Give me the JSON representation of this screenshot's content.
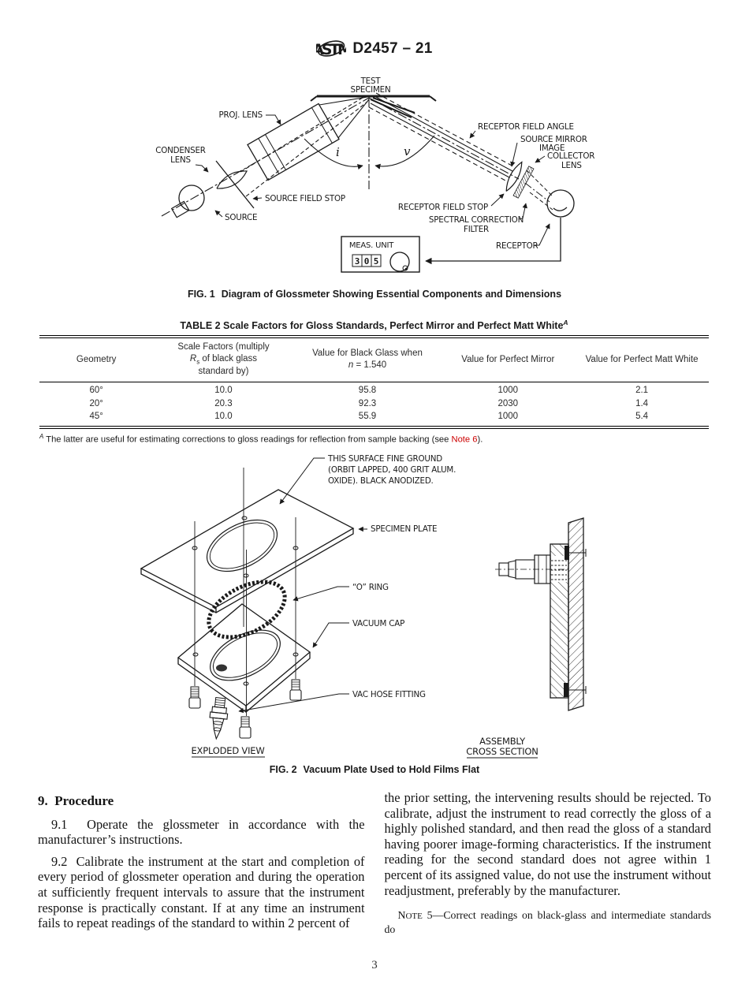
{
  "header": {
    "designation": "D2457 – 21",
    "logo": "ASTM"
  },
  "fig1": {
    "caption_fig": "FIG. 1",
    "caption_text": "Diagram of Glossmeter Showing Essential Components and Dimensions",
    "labels": {
      "test_specimen_1": "TEST",
      "test_specimen_2": "SPECIMEN",
      "proj_lens": "PROJ. LENS",
      "condenser_1": "CONDENSER",
      "condenser_2": "LENS",
      "source_field_stop": "SOURCE FIELD STOP",
      "source": "SOURCE",
      "receptor_field_angle": "RECEPTOR FIELD ANGLE",
      "source_mirror_1": "SOURCE MIRROR",
      "source_mirror_2": "IMAGE",
      "collector_1": "COLLECTOR",
      "collector_2": "LENS",
      "receptor_field_stop": "RECEPTOR FIELD STOP",
      "spectral_1": "SPECTRAL CORRECTION",
      "spectral_2": "FILTER",
      "receptor": "RECEPTOR",
      "meas_unit": "MEAS. UNIT"
    },
    "display": {
      "d1": "3",
      "d2": "0",
      "d3": "5"
    },
    "angles": {
      "i": "i",
      "v": "v"
    }
  },
  "table2": {
    "title": "TABLE 2 Scale Factors for Gloss Standards, Perfect Mirror and Perfect Matt White",
    "title_sup": "A",
    "headers": {
      "geometry": "Geometry",
      "scale_line1": "Scale Factors (multiply",
      "scale_r": "R",
      "scale_r_sub": "s",
      "scale_line2": " of black glass",
      "scale_line3": "standard by)",
      "black_line1": "Value for Black Glass when",
      "black_n": "n",
      "black_eq": " = 1.540",
      "mirror": "Value for Perfect Mirror",
      "matt": "Value for Perfect Matt White"
    },
    "rows": [
      [
        "60°",
        "10.0",
        "95.8",
        "1000",
        "2.1"
      ],
      [
        "20°",
        "20.3",
        "92.3",
        "2030",
        "1.4"
      ],
      [
        "45°",
        "10.0",
        "55.9",
        "1000",
        "5.4"
      ]
    ],
    "footnote_sup": "A",
    "footnote_pre": " The latter are useful for estimating corrections to gloss readings for reflection from sample backing (see ",
    "footnote_link": "Note 6",
    "footnote_post": ").",
    "accent_red": "#cc0000"
  },
  "fig2": {
    "caption_fig": "FIG. 2",
    "caption_text": "Vacuum Plate Used to Hold Films Flat",
    "labels": {
      "surface_note_1": "THIS SURFACE FINE GROUND",
      "surface_note_2": "(ORBIT LAPPED, 400 GRIT ALUM.",
      "surface_note_3": "OXIDE). BLACK ANODIZED.",
      "specimen_plate": "SPECIMEN PLATE",
      "o_ring": "“O” RING",
      "vacuum_cap": "VACUUM CAP",
      "vac_hose_fitting": "VAC HOSE FITTING",
      "exploded_view": "EXPLODED VIEW",
      "assembly_1": "ASSEMBLY",
      "assembly_2": "CROSS SECTION"
    }
  },
  "procedure": {
    "heading": "9.  Procedure",
    "p91": "9.1  Operate the glossmeter in accordance with the manufacturer’s instructions.",
    "p92": "9.2  Calibrate the instrument at the start and completion of every period of glossmeter operation and during the operation at sufficiently frequent intervals to assure that the instrument response is practically constant. If at any time an instrument fails to repeat readings of the standard to within 2 percent of",
    "right_cont": "the prior setting, the intervening results should be rejected. To calibrate, adjust the instrument to read correctly the gloss of a highly polished standard, and then read the gloss of a standard having poorer image-forming characteristics. If the instrument reading for the second standard does not agree within 1 percent of its assigned value, do not use the instrument without readjustment, preferably by the manufacturer.",
    "note5_n": "N",
    "note5_ote": "OTE",
    "note5_rest": " 5—Correct readings on black-glass and intermediate standards do"
  },
  "page_number": "3"
}
